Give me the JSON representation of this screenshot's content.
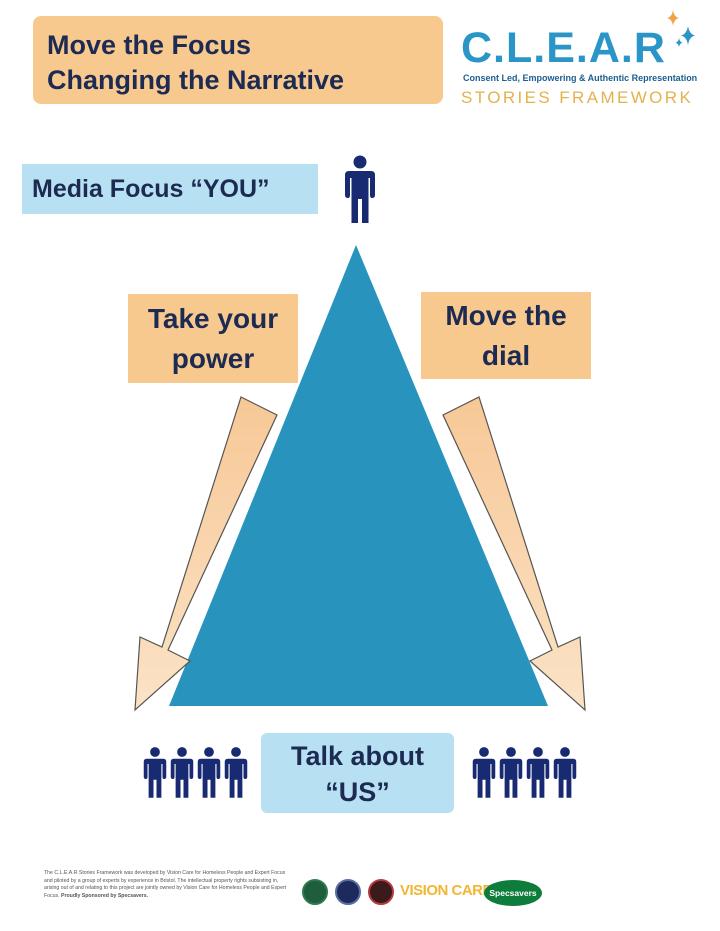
{
  "title": {
    "line1": "Move the Focus",
    "line2": "Changing the Narrative"
  },
  "logo": {
    "main": "C.L.E.A.R",
    "tagline": "Consent Led, Empowering & Authentic Representation",
    "framework": "STORIES FRAMEWORK"
  },
  "labels": {
    "media_focus": "Media Focus “YOU”",
    "take_power": [
      "Take your",
      "power"
    ],
    "move_dial": [
      "Move the",
      "dial"
    ],
    "talk_about": [
      "Talk about",
      "“US”"
    ]
  },
  "footer": {
    "text": "The C.L.E.A.R Stories Framework was developed by Vision Care for Homeless People and Expert Focus and piloted by a group of experts by experience in Bristol. The intellectual property rights subsisting in, arising out of and relating to this project are jointly owned by Vision Care for Homeless People and Expert Focus.",
    "sponsor": "Proudly Sponsored by Specsavers.",
    "vision_care": "VISION CARE",
    "specsavers": "Specsavers"
  },
  "colors": {
    "triangle": "#2894bd",
    "peach": "#f8c98f",
    "light_blue": "#b7e1f3",
    "person": "#172a72",
    "navy_text": "#1d2a52",
    "logo_blue": "#2a96c8",
    "logo_gold": "#e3b24d"
  },
  "icons": [
    "person-icon",
    "group-icon",
    "arrow-down-left",
    "arrow-down-right",
    "sparkle-icon"
  ]
}
